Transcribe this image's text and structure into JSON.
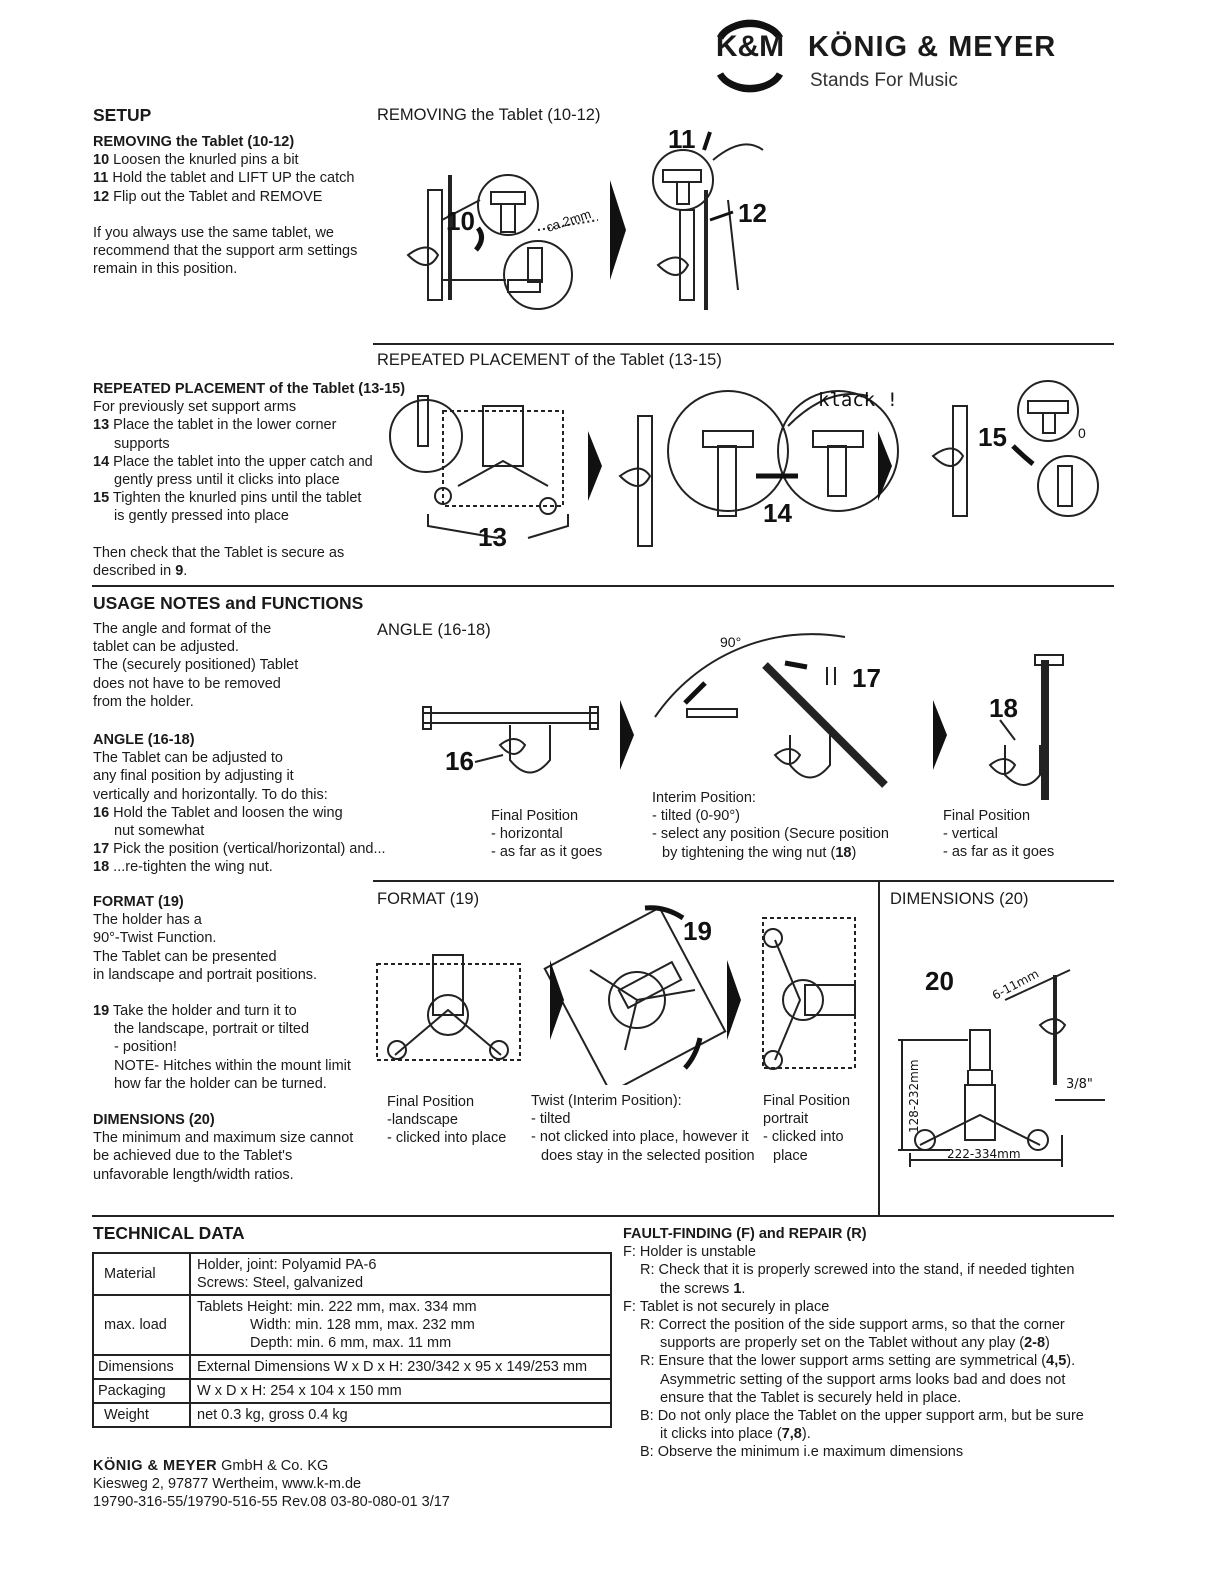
{
  "header": {
    "logo_short": "K&M",
    "brand_name": "KÖNIG & MEYER",
    "tagline": "Stands For Music"
  },
  "setup": {
    "heading": "SETUP",
    "removing": {
      "title": "REMOVING the Tablet (10-12)",
      "steps": [
        {
          "num": "10",
          "text": "Loosen the knurled pins a bit"
        },
        {
          "num": "11",
          "text": "Hold the tablet and LIFT UP the catch"
        },
        {
          "num": "12",
          "text": "Flip out the Tablet and REMOVE"
        }
      ],
      "note_lines": [
        "If you always use the same tablet, we",
        "recommend that the support arm settings",
        "remain in this position."
      ],
      "figure_title": "REMOVING the Tablet (10-12)",
      "fig_labels": {
        "n10": "10",
        "n11": "11",
        "n12": "12",
        "gap": "ca.2mm"
      }
    },
    "placement": {
      "title": "REPEATED PLACEMENT of the Tablet (13-15)",
      "intro": "For previously set support arms",
      "steps": [
        {
          "num": "13",
          "lines": [
            "Place the tablet in the lower corner",
            "supports"
          ]
        },
        {
          "num": "14",
          "lines": [
            "Place the tablet into the upper catch and",
            "gently press until it clicks into place"
          ]
        },
        {
          "num": "15",
          "lines": [
            "Tighten the knurled pins until the tablet",
            "is gently pressed into place"
          ]
        }
      ],
      "check_pre": "Then check that the Tablet is secure as",
      "check_post_pre": "described in ",
      "check_ref": "9",
      "check_end": ".",
      "figure_title": "REPEATED PLACEMENT of the Tablet (13-15)",
      "fig_labels": {
        "n13": "13",
        "n14": "14",
        "n15": "15",
        "klack": "klack !",
        "zero": "0"
      }
    }
  },
  "usage": {
    "heading": "USAGE NOTES and FUNCTIONS",
    "intro_lines": [
      "The angle and format of the",
      "tablet can be adjusted.",
      "The (securely positioned) Tablet",
      "does not have to be removed",
      "from the holder."
    ],
    "angle": {
      "title": "ANGLE (16-18)",
      "intro_lines": [
        "The Tablet can be adjusted to",
        "any final position by adjusting it",
        "vertically and horizontally. To do this:"
      ],
      "steps": [
        {
          "num": "16",
          "lines": [
            "Hold the Tablet and loosen the wing",
            "nut somewhat"
          ]
        },
        {
          "num": "17",
          "lines": [
            "Pick the position (vertical/horizontal) and..."
          ]
        },
        {
          "num": "18",
          "lines": [
            "...re-tighten the wing nut."
          ]
        }
      ],
      "figure_title": "ANGLE (16-18)",
      "fig_labels": {
        "n16": "16",
        "n17": "17",
        "n18": "18",
        "deg": "90°"
      },
      "captions": {
        "horizontal": [
          "Final Position",
          "- horizontal",
          "- as far as it goes"
        ],
        "interim": [
          "Interim Position:",
          "- tilted (0-90°)",
          "- select any position (Secure position"
        ],
        "interim_last_pre": "by tightening the wing nut (",
        "interim_last_ref": "18",
        "interim_last_end": ")",
        "vertical": [
          "Final Position",
          "- vertical",
          "- as far as it goes"
        ]
      }
    },
    "format": {
      "title": "FORMAT (19)",
      "intro_lines": [
        "The holder has a",
        "90°-Twist Function.",
        "The Tablet can be presented",
        "in landscape and portrait positions."
      ],
      "step_num": "19",
      "step_lines": [
        "Take the holder and turn it to",
        "the landscape, portrait or tilted",
        "- position!",
        "NOTE- Hitches within the mount limit",
        "how far the holder can be turned."
      ],
      "figure_title": "FORMAT (19)",
      "fig_labels": {
        "n19": "19"
      },
      "captions": {
        "landscape": [
          "Final Position",
          "-landscape",
          "- clicked into place"
        ],
        "twist": [
          "Twist (Interim Position):",
          "- tilted",
          "- not clicked into place, however it",
          "does stay in the selected position"
        ],
        "portrait": [
          "Final Position",
          "portrait",
          "- clicked into",
          "place"
        ]
      }
    },
    "dimensions": {
      "title": "DIMENSIONS (20)",
      "lines": [
        "The minimum and maximum size cannot",
        "be achieved due to the Tablet's",
        "unfavorable length/width ratios."
      ],
      "figure_title": "DIMENSIONS (20)",
      "fig_labels": {
        "n20": "20",
        "depth": "6-11mm",
        "height": "128-232mm",
        "width": "222-334mm",
        "thread": "3/8\""
      }
    }
  },
  "technical": {
    "heading": "TECHNICAL DATA",
    "rows": [
      {
        "label": "Material",
        "lines": [
          "Holder, joint: Polyamid PA-6",
          "Screws: Steel, galvanized"
        ]
      },
      {
        "label": "max. load",
        "lines": [
          "Tablets Height: min. 222 mm, max. 334 mm",
          "Width: min. 128 mm, max. 232 mm",
          "Depth: min. 6 mm, max. 11 mm"
        ]
      },
      {
        "label": "Dimensions",
        "lines": [
          "External Dimensions W x D x H: 230/342 x 95 x 149/253 mm"
        ]
      },
      {
        "label": "Packaging",
        "lines": [
          "W x D x H: 254 x 104 x 150 mm"
        ]
      },
      {
        "label": "Weight",
        "lines": [
          "net 0.3 kg, gross 0.4 kg"
        ]
      }
    ]
  },
  "fault": {
    "heading": "FAULT-FINDING (F) and REPAIR (R)",
    "items": [
      {
        "prefix": "F:",
        "indent": false,
        "pre": "Holder is unstable",
        "ref": "",
        "post": "",
        "lines": []
      },
      {
        "prefix": "R:",
        "indent": true,
        "pre": "Check that it is properly screwed into the stand, if needed tighten",
        "ref": "",
        "post": "",
        "lines": []
      },
      {
        "prefix": "",
        "indent": true,
        "pre": "the screws ",
        "ref": "1",
        "post": ".",
        "lines": []
      },
      {
        "prefix": "F:",
        "indent": false,
        "pre": "Tablet is not securely in place",
        "ref": "",
        "post": "",
        "lines": []
      },
      {
        "prefix": "R:",
        "indent": true,
        "pre": "Correct the position of the side support arms, so that the corner",
        "ref": "",
        "post": "",
        "lines": []
      },
      {
        "prefix": "",
        "indent": true,
        "pre": "supports are properly set on the Tablet without any play (",
        "ref": "2-8",
        "post": ")",
        "lines": []
      },
      {
        "prefix": "R:",
        "indent": true,
        "pre": "Ensure that the lower support arms setting are symmetrical (",
        "ref": "4,5",
        "post": ").",
        "lines": []
      },
      {
        "prefix": "",
        "indent": true,
        "pre": "Asymmetric setting of the support arms looks bad and does not",
        "ref": "",
        "post": "",
        "lines": []
      },
      {
        "prefix": "",
        "indent": true,
        "pre": "ensure that the Tablet is securely held in place.",
        "ref": "",
        "post": "",
        "lines": []
      },
      {
        "prefix": "B:",
        "indent": true,
        "pre": "Do not only place the Tablet on the upper support arm, but be sure",
        "ref": "",
        "post": "",
        "lines": []
      },
      {
        "prefix": "",
        "indent": true,
        "pre": "it clicks into place (",
        "ref": "7,8",
        "post": ").",
        "lines": []
      },
      {
        "prefix": "B:",
        "indent": true,
        "pre": "Observe the minimum i.e maximum dimensions",
        "ref": "",
        "post": "",
        "lines": []
      }
    ]
  },
  "footer": {
    "company_bold": "KÖNIG & MEYER",
    "company_rest": " GmbH & Co. KG",
    "address": "Kiesweg 2, 97877 Wertheim, www.k-m.de",
    "codes": "19790-316-55/19790-516-55  Rev.08  03-80-080-01  3/17"
  }
}
